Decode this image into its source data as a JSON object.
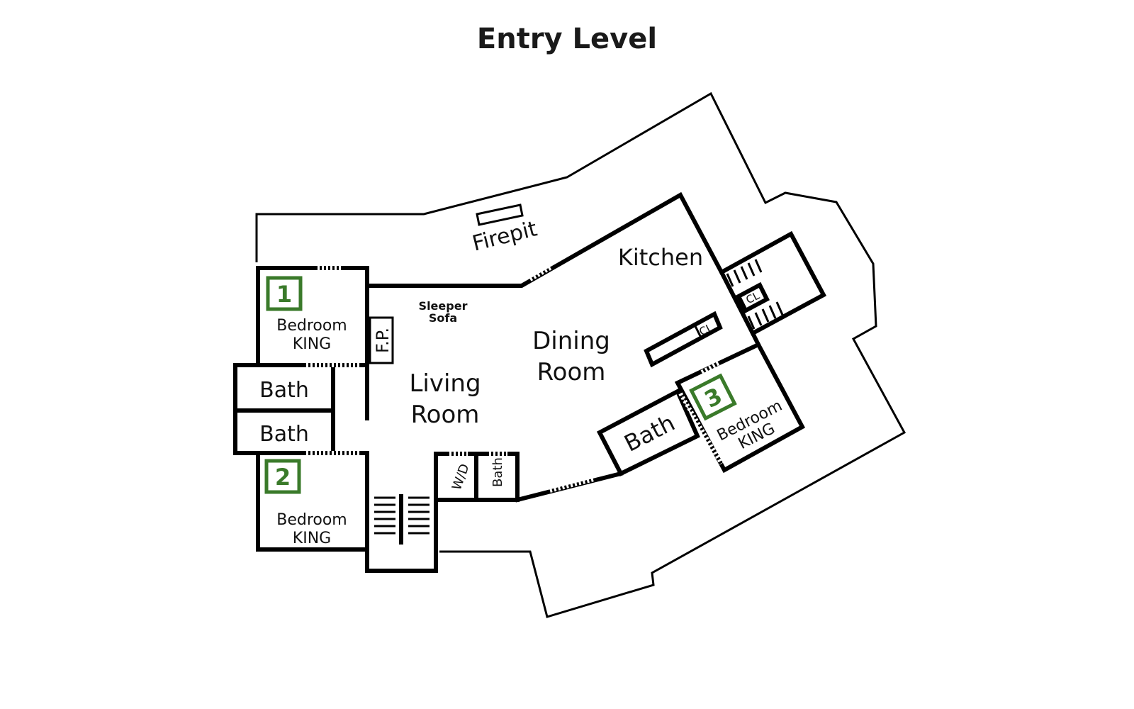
{
  "title": "Entry Level",
  "accent_color": "#3a7a2a",
  "rooms": {
    "firepit": "Firepit",
    "kitchen": "Kitchen",
    "sleeper_line1": "Sleeper",
    "sleeper_line2": "Sofa",
    "fp": "F.P.",
    "dining_line1": "Dining",
    "dining_line2": "Room",
    "living_line1": "Living",
    "living_line2": "Room",
    "bath_upper": "Bath",
    "bath_lower": "Bath",
    "bath_small": "Bath",
    "bath_right": "Bath",
    "wd": "W/D",
    "closet_kitchen": "CL",
    "closet_stair": "CL"
  },
  "bedrooms": [
    {
      "number": "1",
      "line1": "Bedroom",
      "line2": "KING"
    },
    {
      "number": "2",
      "line1": "Bedroom",
      "line2": "KING"
    },
    {
      "number": "3",
      "line1": "Bedroom",
      "line2": "KING"
    }
  ]
}
